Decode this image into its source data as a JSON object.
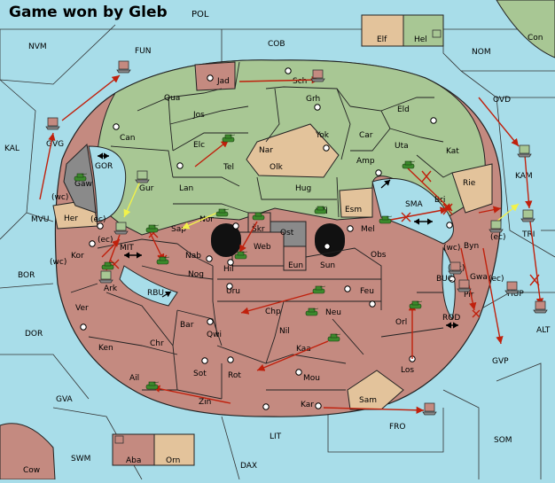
{
  "header": {
    "title": "Game won by Gleb",
    "power": "POL"
  },
  "colors": {
    "sea": "#a8dde9",
    "green": "#a8c794",
    "red": "#c48a80",
    "tan": "#e3c39b",
    "grey": "#8a8a8a",
    "unit_green": "#3c8a2c",
    "order_red": "#c0200c",
    "support_yellow": "#f2f24a",
    "border": "#222222"
  },
  "labels": {
    "NVM": "NVM",
    "FUN": "FUN",
    "COB": "COB",
    "NOM": "NOM",
    "Con": "Con",
    "Elf": "Elf",
    "Hel": "Hel",
    "KAL": "KAL",
    "GVG": "GVG",
    "MVU": "MVU",
    "GOR": "GOR",
    "Gaw": "Gaw",
    "Her": "Her",
    "wc1": "(wc)",
    "ec1": "(ec)",
    "Jad": "Jad",
    "Sch": "Sch",
    "Qua": "Qua",
    "Jos": "Jos",
    "Grh": "Grh",
    "Eld": "Eld",
    "OVD": "OVD",
    "Can": "Can",
    "Yok": "Yok",
    "Car": "Car",
    "Uta": "Uta",
    "Kat": "Kat",
    "Elc": "Elc",
    "Nar": "Nar",
    "Olk": "Olk",
    "Amp": "Amp",
    "Tel": "Tel",
    "KAM": "KAM",
    "Gur": "Gur",
    "Lan": "Lan",
    "Hug": "Hug",
    "Bri": "Bri",
    "Rie": "Rie",
    "Wil": "Wil",
    "Esm": "Esm",
    "SMA": "SMA",
    "Nor": "Nor",
    "Sap": "Sap",
    "Skr": "Škr",
    "Ost": "Ost",
    "Web": "Web",
    "Mel": "Mel",
    "TRI": "TRI",
    "ec2": "(ec)",
    "wc2": "(wc)",
    "Byn": "Byn",
    "Kor": "Kor",
    "wc3": "(wc)",
    "MIT": "MIT",
    "ec3": "(ec)",
    "Nab": "Nab",
    "Hil": "Hil",
    "Eun": "Eun",
    "Sun": "Sun",
    "Obs": "Obs",
    "BOR": "BOR",
    "Ark": "Ark",
    "RBU": "RBU",
    "Nog": "Nog",
    "BUC": "BUC",
    "wc4": "(wc)",
    "Gwa": "Gwa",
    "ec4": "(ec)",
    "Pir": "Pir",
    "HUP": "HUP",
    "Uru": "Uru",
    "Feu": "Feu",
    "Ver": "Ver",
    "Chp": "Chp",
    "Neu": "Neu",
    "Orl": "Orl",
    "ROD": "ROD",
    "ALT": "ALT",
    "DOR": "DOR",
    "Bar": "Bar",
    "Qwi": "Qwi",
    "Nil": "Nil",
    "Ken": "Ken",
    "Chr": "Chr",
    "GVP": "GVP",
    "Kaa": "Kaa",
    "Ail": "Ail",
    "Sot": "Sot",
    "Rot": "Rot",
    "Mou": "Mou",
    "Los": "Los",
    "GVA": "GVA",
    "Zin": "Zin",
    "Kar": "Kar",
    "Sam": "Sam",
    "FRO": "FRO",
    "LIT": "LIT",
    "SOM": "SOM",
    "SWM": "SWM",
    "Aba": "Aba",
    "Orn": "Orn",
    "DAX": "DAX",
    "Cow": "Cow"
  }
}
